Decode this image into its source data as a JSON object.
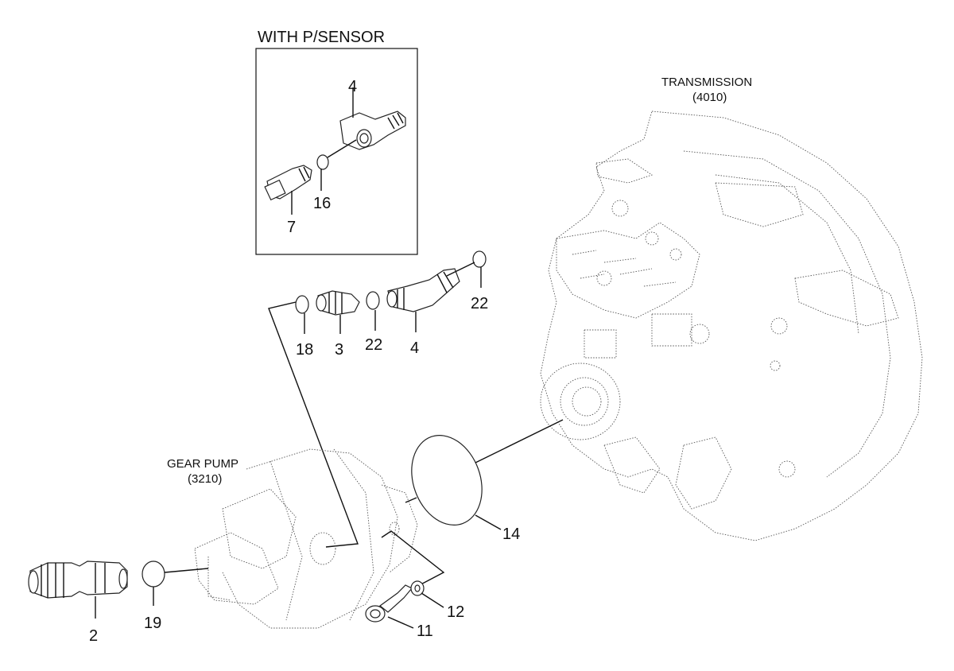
{
  "inset": {
    "title": "WITH P/SENSOR"
  },
  "captions": {
    "transmission_name": "TRANSMISSION",
    "transmission_code": "(4010)",
    "gear_pump_name": "GEAR PUMP",
    "gear_pump_code": "(3210)"
  },
  "callouts": {
    "inset_4": "4",
    "inset_16": "16",
    "inset_7": "7",
    "c18": "18",
    "c3": "3",
    "c22_mid": "22",
    "c4": "4",
    "c22_right": "22",
    "c14": "14",
    "c19": "19",
    "c2": "2",
    "c12": "12",
    "c11": "11"
  }
}
